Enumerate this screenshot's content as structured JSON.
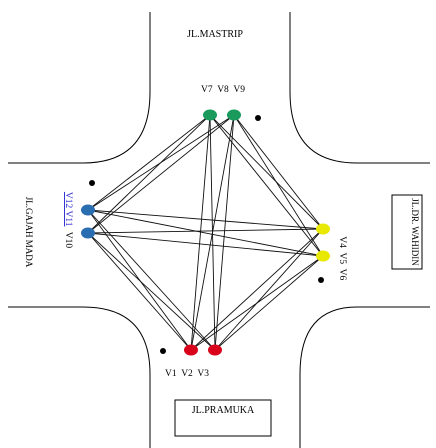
{
  "streets": {
    "north": "JL.MASTRIP",
    "south": "JL.PRAMUKA",
    "east": "JL.DR. WAHIDIN",
    "west": "JL.GAJAH MADA"
  },
  "labels": {
    "top_group": "V7  V8  V9",
    "bottom_group": "V1  V2  V3",
    "right_group": "V4  V5  V6",
    "left_group_dark": "V10",
    "left_group_blue": "V12 V11"
  },
  "nodes": [
    {
      "id": "V1",
      "color": "#d9001b"
    },
    {
      "id": "V2",
      "color": "#d9001b"
    },
    {
      "id": "V4",
      "color": "#e8e800"
    },
    {
      "id": "V5",
      "color": "#e8e800"
    },
    {
      "id": "V7",
      "color": "#1a9a5c"
    },
    {
      "id": "V8",
      "color": "#1a9a5c"
    },
    {
      "id": "V10",
      "color": "#2a6db0"
    },
    {
      "id": "V11",
      "color": "#2a6db0"
    }
  ],
  "edges": [
    [
      "V7",
      "V10"
    ],
    [
      "V7",
      "V11"
    ],
    [
      "V7",
      "V4"
    ],
    [
      "V7",
      "V5"
    ],
    [
      "V7",
      "V1"
    ],
    [
      "V7",
      "V2"
    ],
    [
      "V8",
      "V10"
    ],
    [
      "V8",
      "V11"
    ],
    [
      "V8",
      "V4"
    ],
    [
      "V8",
      "V5"
    ],
    [
      "V8",
      "V1"
    ],
    [
      "V8",
      "V2"
    ],
    [
      "V10",
      "V4"
    ],
    [
      "V10",
      "V5"
    ],
    [
      "V10",
      "V1"
    ],
    [
      "V10",
      "V2"
    ],
    [
      "V11",
      "V4"
    ],
    [
      "V11",
      "V5"
    ],
    [
      "V11",
      "V1"
    ],
    [
      "V11",
      "V2"
    ],
    [
      "V1",
      "V4"
    ],
    [
      "V1",
      "V5"
    ],
    [
      "V2",
      "V4"
    ],
    [
      "V2",
      "V5"
    ]
  ]
}
